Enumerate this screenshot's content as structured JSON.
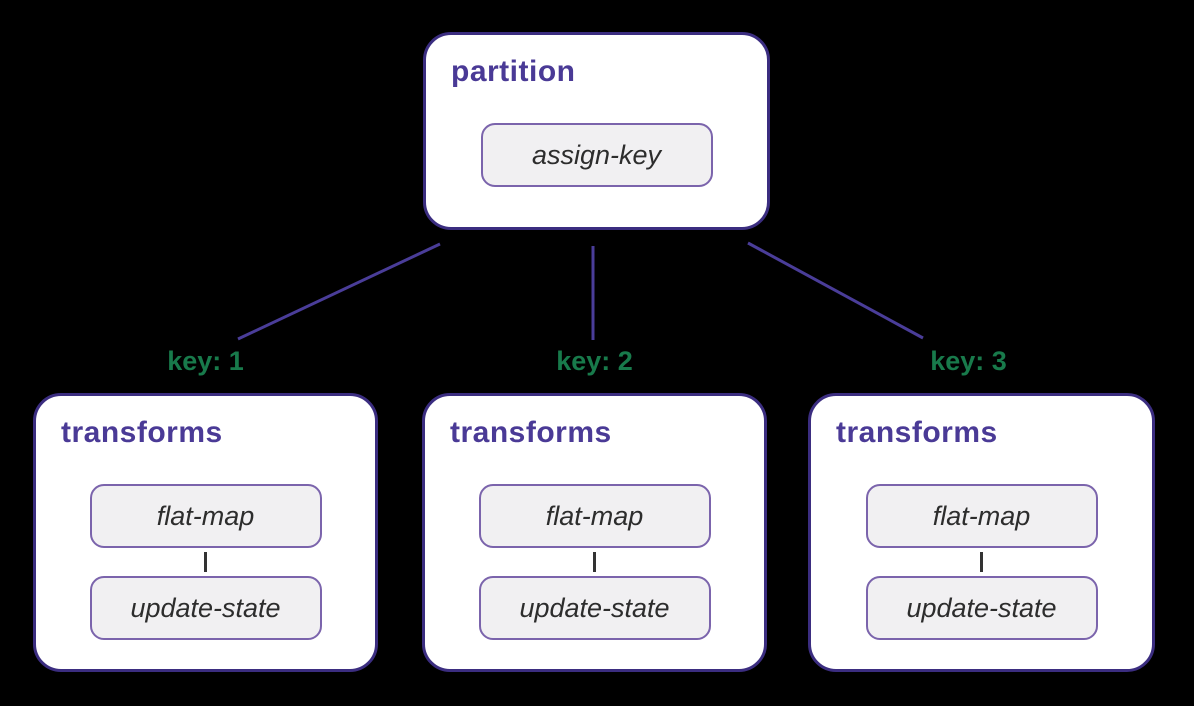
{
  "diagram": {
    "root": {
      "title": "partition",
      "step": "assign-key"
    },
    "branches": [
      {
        "key_label": "key: 1",
        "title": "transforms",
        "steps": [
          "flat-map",
          "update-state"
        ]
      },
      {
        "key_label": "key: 2",
        "title": "transforms",
        "steps": [
          "flat-map",
          "update-state"
        ]
      },
      {
        "key_label": "key: 3",
        "title": "transforms",
        "steps": [
          "flat-map",
          "update-state"
        ]
      }
    ],
    "colors": {
      "background": "#000000",
      "box_background": "#ffffff",
      "box_border": "#3b2d80",
      "title_purple": "#4a3a96",
      "inner_box_background": "#f1f0f2",
      "inner_box_border": "#7b64ac",
      "inner_text": "#2d2d2d",
      "key_green": "#187a4b",
      "edge_purple": "#4a3d99",
      "step_edge_dark": "#333333"
    }
  }
}
